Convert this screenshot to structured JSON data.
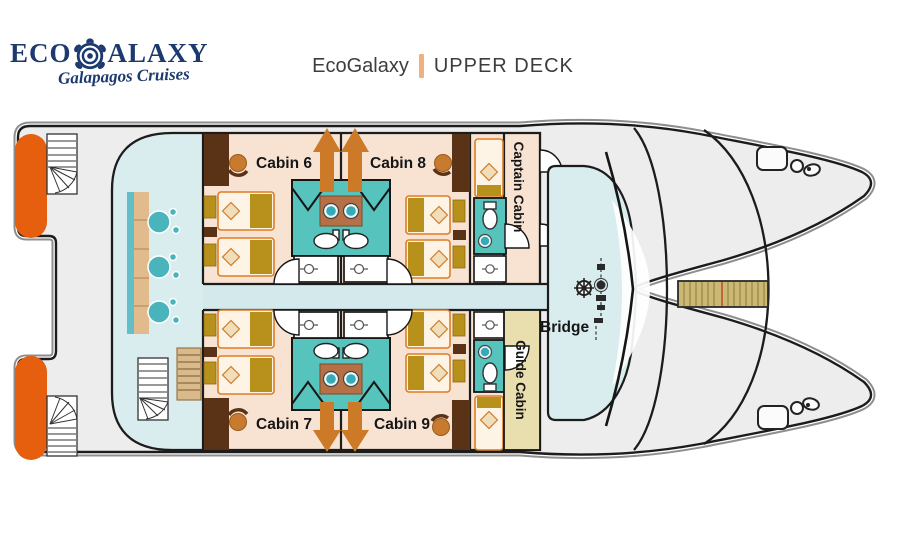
{
  "logo": {
    "text_pre": "ECO",
    "text_post": "ALAXY",
    "tagline": "Galapagos Cruises",
    "color": "#1c3a6e"
  },
  "title": {
    "brand": "EcoGalaxy",
    "separator": "|",
    "deck": "UPPER DECK"
  },
  "plan": {
    "cabins": {
      "cabin6": "Cabin 6",
      "cabin7": "Cabin 7",
      "cabin8": "Cabin 8",
      "cabin9": "Cabin 9"
    },
    "crew": {
      "captain": "Captain Cabin",
      "guide": "Guide Cabin"
    },
    "bridge": "Bridge"
  },
  "colors": {
    "navy": "#1c3a6e",
    "title_separator_orange": "#f2b07c",
    "hull_gray": "#ededed",
    "cabin_floor_peach": "#f8e3d3",
    "lounge_floor_blue": "#d9edef",
    "bathroom_teal": "#56c3bd",
    "bed_gold": "#b8911c",
    "wood_dark_brown": "#5a3317",
    "stern_pad_orange": "#e55f0e",
    "chair_orange": "#c87a2e",
    "bench_tan": "#e2bb8d",
    "crosswalk_tan": "#cbb874",
    "guide_strip_tan": "#e9deae"
  }
}
